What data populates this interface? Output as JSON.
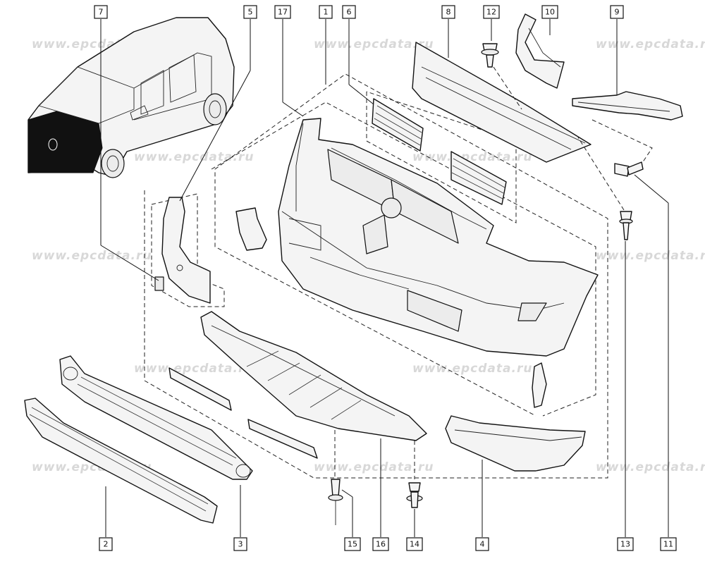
{
  "watermark": "www.epcdata.ru",
  "callouts": [
    {
      "id": "callout-7",
      "label": "7"
    },
    {
      "id": "callout-5",
      "label": "5"
    },
    {
      "id": "callout-17",
      "label": "17"
    },
    {
      "id": "callout-1",
      "label": "1"
    },
    {
      "id": "callout-6",
      "label": "6"
    },
    {
      "id": "callout-8",
      "label": "8"
    },
    {
      "id": "callout-12",
      "label": "12"
    },
    {
      "id": "callout-10",
      "label": "10"
    },
    {
      "id": "callout-9",
      "label": "9"
    },
    {
      "id": "callout-2",
      "label": "2"
    },
    {
      "id": "callout-3",
      "label": "3"
    },
    {
      "id": "callout-15",
      "label": "15"
    },
    {
      "id": "callout-16",
      "label": "16"
    },
    {
      "id": "callout-14",
      "label": "14"
    },
    {
      "id": "callout-4",
      "label": "4"
    },
    {
      "id": "callout-13",
      "label": "13"
    },
    {
      "id": "callout-11",
      "label": "11"
    }
  ]
}
